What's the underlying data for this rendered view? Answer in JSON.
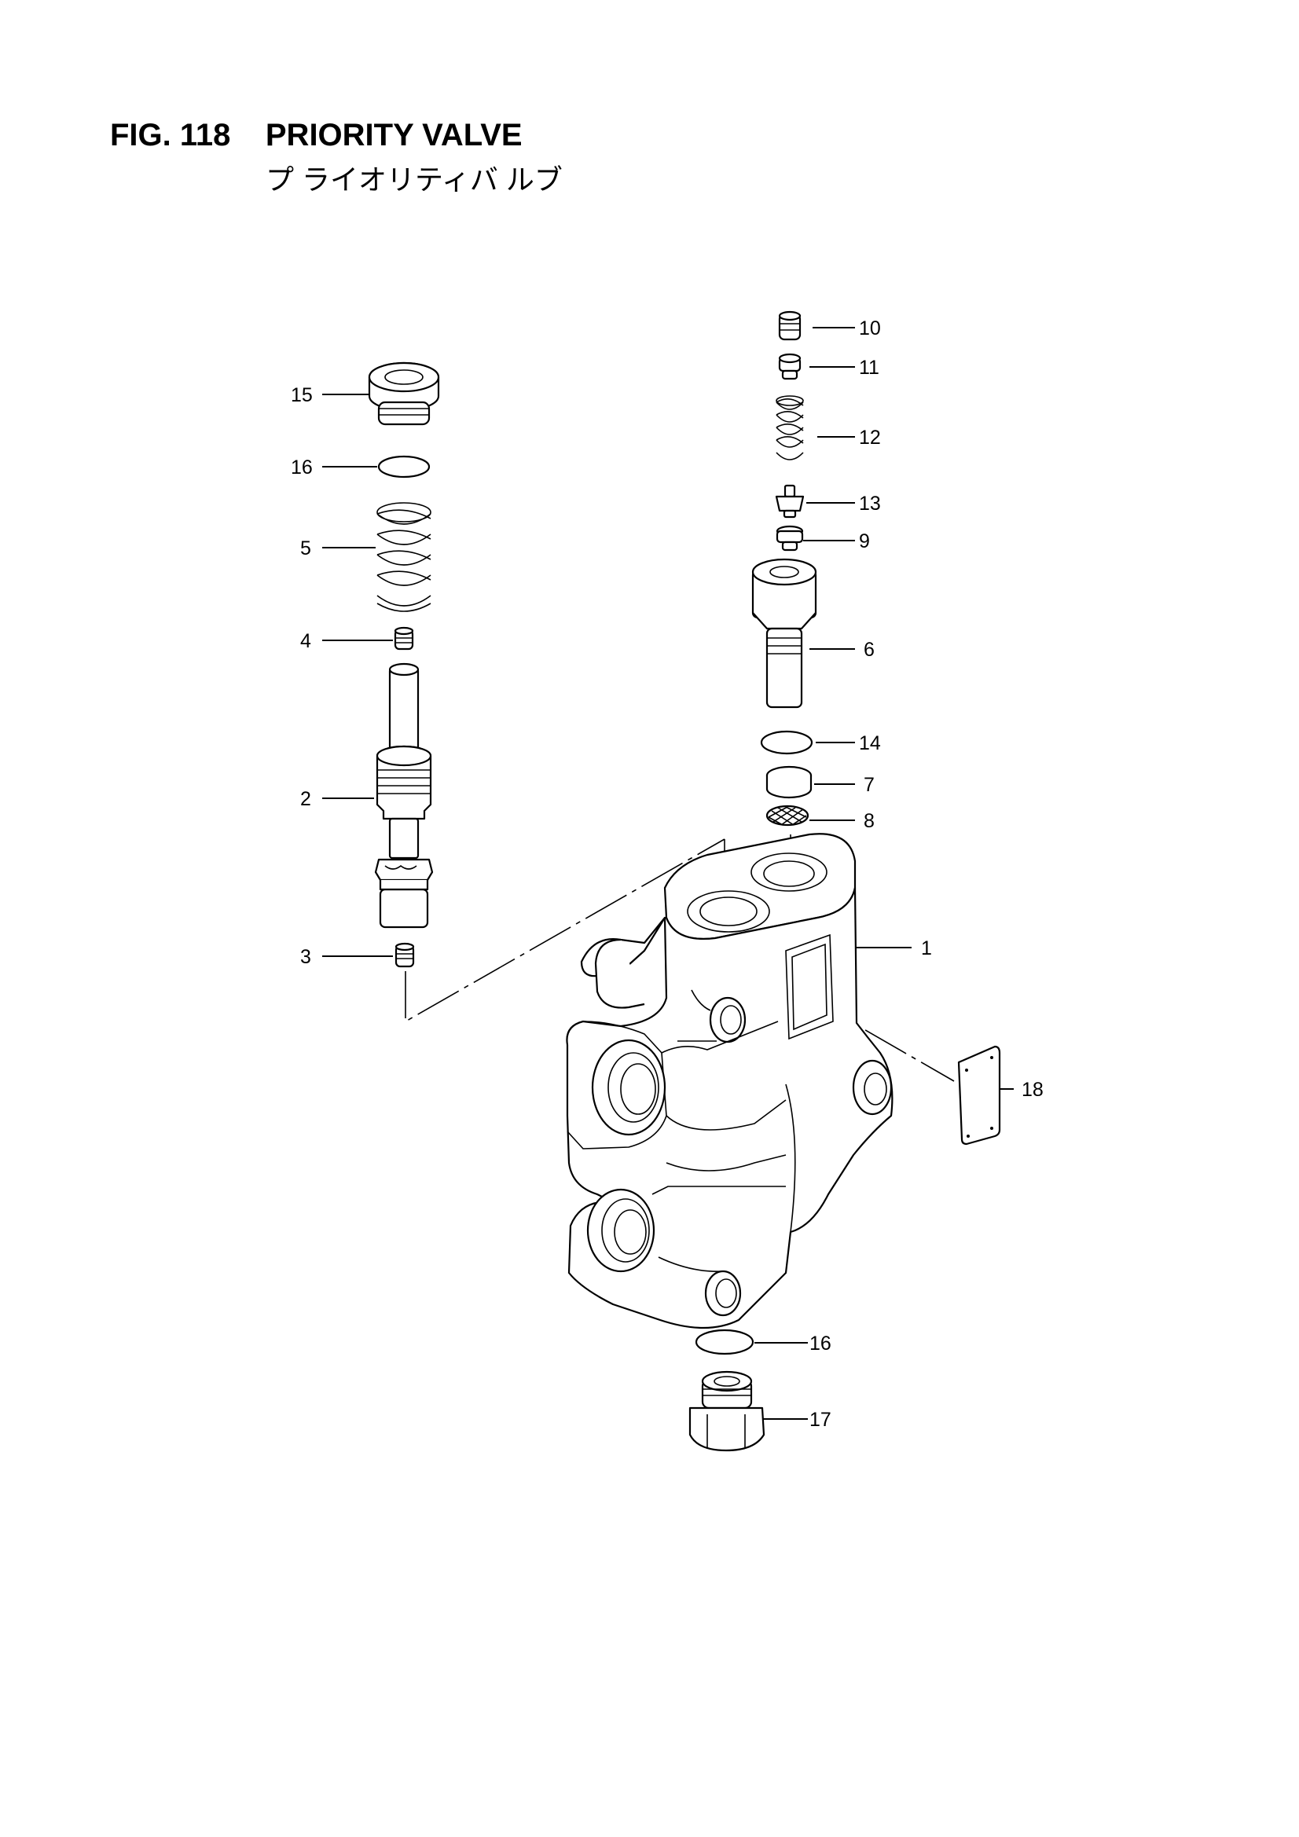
{
  "figure": {
    "title": "FIG. 118    PRIORITY VALVE",
    "subtitle": "プ ライオリティバ ルブ"
  },
  "callouts": [
    "1",
    "2",
    "3",
    "4",
    "5",
    "6",
    "7",
    "8",
    "9",
    "10",
    "11",
    "12",
    "13",
    "14",
    "15",
    "16",
    "16",
    "17",
    "18"
  ]
}
